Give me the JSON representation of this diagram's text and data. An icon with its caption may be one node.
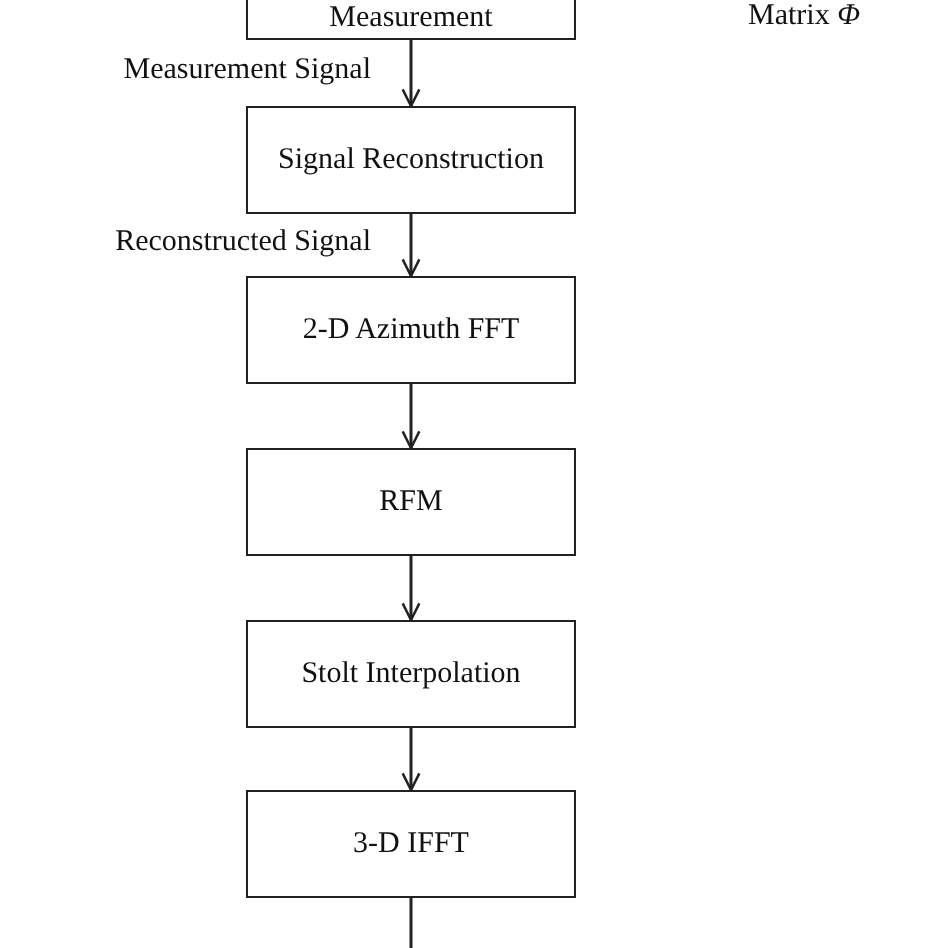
{
  "diagram": {
    "nodes": [
      {
        "text": [
          "Measurement"
        ]
      },
      {
        "text": [
          "Signal Reconstruction"
        ]
      },
      {
        "text": [
          "2-D Azimuth FFT"
        ]
      },
      {
        "text": [
          "RFM"
        ]
      },
      {
        "text": [
          "Stolt Interpolation"
        ]
      },
      {
        "text": [
          "3-D IFFT"
        ]
      }
    ],
    "edges": [
      {
        "from": 0,
        "to": 1,
        "arrow": "to",
        "label": "Measurement Signal"
      },
      {
        "from": 1,
        "to": 2,
        "arrow": "to",
        "label": "Reconstructed Signal"
      },
      {
        "from": 2,
        "to": 3,
        "arrow": "to"
      },
      {
        "from": 3,
        "to": 4,
        "arrow": "to"
      },
      {
        "from": 4,
        "to": 5,
        "arrow": "to"
      },
      {
        "from": 5,
        "to": null,
        "arrow": "none"
      }
    ],
    "labels": [
      "Matrix *Φ*"
    ]
  }
}
